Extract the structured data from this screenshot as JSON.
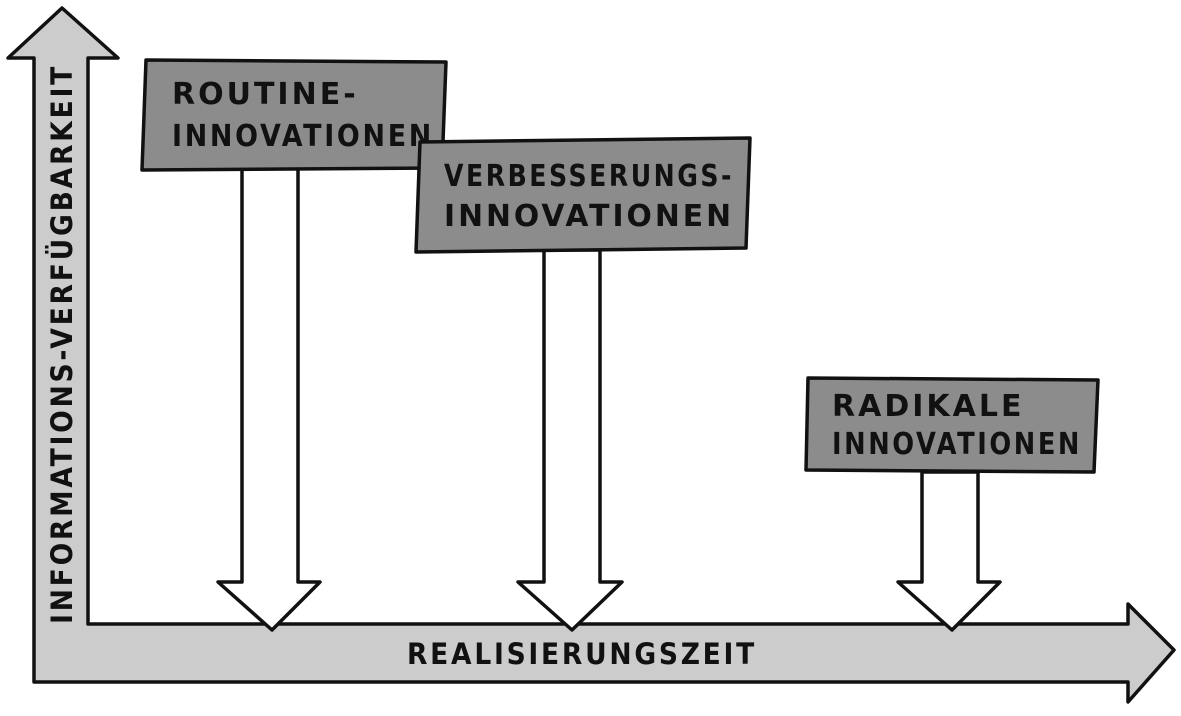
{
  "colors": {
    "axis_fill": "#cccccc",
    "box_fill": "#8c8c8c",
    "stroke": "#111111",
    "arrow_fill": "#ffffff"
  },
  "axes": {
    "x_label": "REALISIERUNGSZEIT",
    "y_label": "INFORMATIONS-VERFÜGBARKEIT"
  },
  "boxes": [
    {
      "line1": "ROUTINE-",
      "line2": "INNOVATIONEN"
    },
    {
      "line1": "VERBESSERUNGS-",
      "line2": "INNOVATIONEN"
    },
    {
      "line1": "RADIKALE",
      "line2": "INNOVATIONEN"
    }
  ]
}
